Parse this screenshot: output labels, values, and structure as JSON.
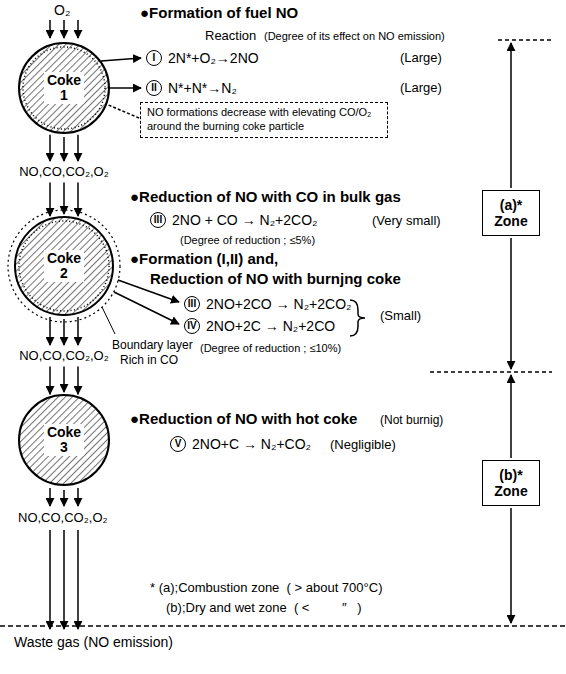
{
  "diagram": {
    "nodes": [
      {
        "text": [
          "Coke 1"
        ]
      },
      {
        "text": [
          "NO formations decrease with elevating CO/O₂ around the burning coke particle"
        ]
      },
      {
        "text": [
          "(a)* Zone"
        ]
      },
      {
        "text": [
          "Coke 2"
        ]
      },
      {
        "text": [
          "(b)* Zone"
        ]
      },
      {
        "text": [
          "Coke 3"
        ]
      }
    ],
    "edges": [
      {
        "from": 0,
        "to": 3,
        "arrow": "to",
        "label": "NO,CO,CO₂,O₂"
      },
      {
        "from": 3,
        "to": 5,
        "arrow": "to",
        "label": "NO,CO,CO₂,O₂"
      }
    ],
    "labels": [
      "O₂",
      "●Formation of fuel NO",
      "Reaction",
      "(Degree of its effect on NO emission)",
      "I",
      "2N*+O₂→2NO",
      "(Large)",
      "II",
      "N*+N*→N₂",
      "(Large)",
      "●Reduction of NO with CO in bulk gas",
      "III",
      "2NO + CO → N₂+2CO₂",
      "(Very small)",
      "(Degree of reduction ; ≤5%)",
      "●Formation (I,II) and,",
      "Reduction of NO with burnjng coke",
      "III",
      "2NO+2CO → N₂+2CO₂",
      "IV",
      "2NO+2C → N₂+2CO",
      "(Small)",
      "(Degree of reduction ; ≤10%)",
      "Boundary layer",
      "Rich in CO",
      "●Reduction of NO with hot coke",
      "(Not burnig)",
      "V",
      "2NO+C → N₂+CO₂",
      "(Negligible)",
      "NO,CO,CO₂,O₂",
      "* (a);Combustion zone  ( > about 700°C)",
      "(b);Dry and wet zone  ( <         ″   )",
      "Waste gas (NO emission)"
    ]
  }
}
